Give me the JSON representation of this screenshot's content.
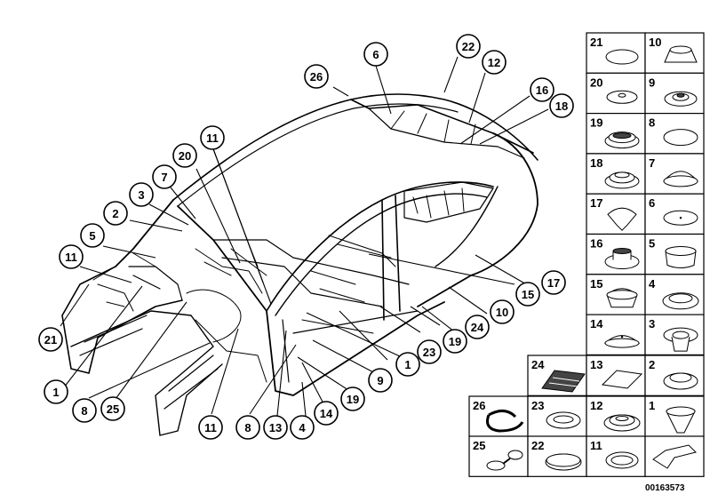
{
  "reference_code": "00163573",
  "callouts": [
    "26",
    "6",
    "22",
    "12",
    "16",
    "18",
    "11",
    "20",
    "7",
    "3",
    "2",
    "5",
    "11",
    "17",
    "15",
    "10",
    "24",
    "19",
    "23",
    "1",
    "9",
    "19",
    "14",
    "4",
    "13",
    "8",
    "11",
    "25",
    "8",
    "1",
    "21",
    "11"
  ],
  "parts_table": [
    {
      "num": "21",
      "part": "flat-plug"
    },
    {
      "num": "10",
      "part": "tall-grommet"
    },
    {
      "num": "20",
      "part": "nipple-plug"
    },
    {
      "num": "9",
      "part": "ring-grommet"
    },
    {
      "num": "19",
      "part": "ribbed-grommet"
    },
    {
      "num": "8",
      "part": "flat-cap"
    },
    {
      "num": "18",
      "part": "stepped-grommet"
    },
    {
      "num": "7",
      "part": "dome-cap"
    },
    {
      "num": "17",
      "part": "arrow-clip"
    },
    {
      "num": "6",
      "part": "flat-cap-dot"
    },
    {
      "num": "16",
      "part": "flanged-grommet"
    },
    {
      "num": "5",
      "part": "cup-plug"
    },
    {
      "num": "15",
      "part": "dome-plug"
    },
    {
      "num": "4",
      "part": "ring-grommet-wide"
    },
    {
      "num": "14",
      "part": "flat-dome"
    },
    {
      "num": "3",
      "part": "funnel-grommet"
    },
    {
      "num": "24",
      "part": "foam-block"
    },
    {
      "num": "13",
      "part": "pad"
    },
    {
      "num": "2",
      "part": "round-cap"
    },
    {
      "num": "26",
      "part": "cable-loop"
    },
    {
      "num": "23",
      "part": "flat-disc"
    },
    {
      "num": "12",
      "part": "double-grommet"
    },
    {
      "num": "1",
      "part": "cone-grommet"
    },
    {
      "num": "25",
      "part": "tethered-cap"
    },
    {
      "num": "22",
      "part": "large-disc"
    },
    {
      "num": "11",
      "part": "oval-grommet"
    },
    {
      "num": "",
      "part": "arrow-icon"
    }
  ]
}
